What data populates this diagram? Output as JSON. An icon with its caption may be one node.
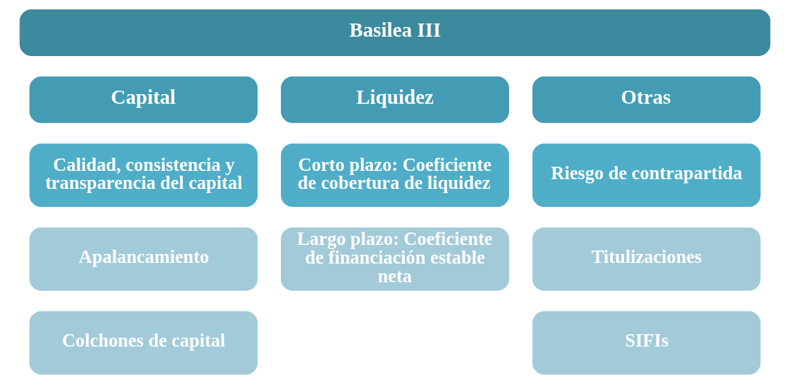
{
  "diagram": {
    "nodes": [
      {
        "text": [
          "Basilea III"
        ]
      },
      {
        "text": [
          "Capital"
        ]
      },
      {
        "text": [
          "Liquidez"
        ]
      },
      {
        "text": [
          "Otras"
        ]
      },
      {
        "text": [
          "Calidad, consistencia y transparencia del capital"
        ]
      },
      {
        "text": [
          "Corto plazo: Coeficiente de cobertura de liquidez"
        ]
      },
      {
        "text": [
          "Riesgo de contrapartida"
        ]
      },
      {
        "text": [
          "Apalancamiento"
        ]
      },
      {
        "text": [
          "Largo plazo: Coeficiente de financiación estable neta"
        ]
      },
      {
        "text": [
          "Titulizaciones"
        ]
      },
      {
        "text": [
          "Colchones de capital"
        ]
      },
      {
        "text": [
          "SIFIs"
        ]
      }
    ],
    "edges": []
  }
}
